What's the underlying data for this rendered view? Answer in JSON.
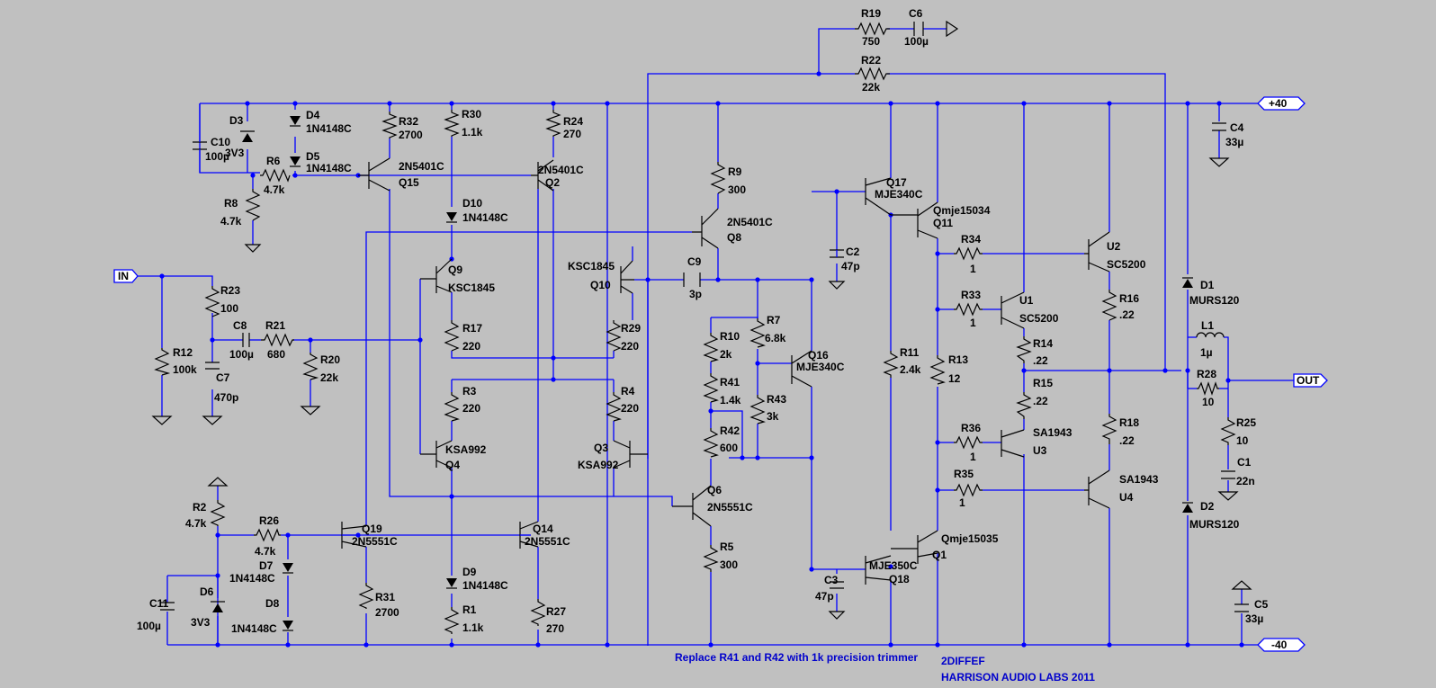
{
  "ports": {
    "in": "IN",
    "out": "OUT",
    "vpos": "+40",
    "vneg": "-40"
  },
  "parts": [
    {
      "id": "r19",
      "ref": "R19",
      "value": "750"
    },
    {
      "id": "c6",
      "ref": "C6",
      "value": "100µ"
    },
    {
      "id": "r22",
      "ref": "R22",
      "value": "22k"
    },
    {
      "id": "c10",
      "ref": "C10",
      "value": "100µ"
    },
    {
      "id": "d3",
      "ref": "D3",
      "value": "3V3"
    },
    {
      "id": "d4",
      "ref": "D4",
      "value": "1N4148C"
    },
    {
      "id": "d5",
      "ref": "D5",
      "value": "1N4148C"
    },
    {
      "id": "r6",
      "ref": "R6",
      "value": "4.7k"
    },
    {
      "id": "r8",
      "ref": "R8",
      "value": "4.7k"
    },
    {
      "id": "r32",
      "ref": "R32",
      "value": "2700"
    },
    {
      "id": "q15",
      "ref": "Q15",
      "value": "2N5401C"
    },
    {
      "id": "r30",
      "ref": "R30",
      "value": "1.1k"
    },
    {
      "id": "d10",
      "ref": "D10",
      "value": "1N4148C"
    },
    {
      "id": "r24",
      "ref": "R24",
      "value": "270"
    },
    {
      "id": "q2",
      "ref": "Q2",
      "value": "2N5401C"
    },
    {
      "id": "r9",
      "ref": "R9",
      "value": "300"
    },
    {
      "id": "q8",
      "ref": "Q8",
      "value": "2N5401C"
    },
    {
      "id": "q17",
      "ref": "Q17",
      "value": "MJE340C"
    },
    {
      "id": "q11",
      "ref": "Q11",
      "value": "Qmje15034"
    },
    {
      "id": "c2",
      "ref": "C2",
      "value": "47p"
    },
    {
      "id": "r34",
      "ref": "R34",
      "value": "1"
    },
    {
      "id": "u2",
      "ref": "U2",
      "value": "SC5200"
    },
    {
      "id": "c4",
      "ref": "C4",
      "value": "33µ"
    },
    {
      "id": "d1",
      "ref": "D1",
      "value": "MURS120"
    },
    {
      "id": "l1",
      "ref": "L1",
      "value": "1µ"
    },
    {
      "id": "r28",
      "ref": "R28",
      "value": "10"
    },
    {
      "id": "r25",
      "ref": "R25",
      "value": "10"
    },
    {
      "id": "c1",
      "ref": "C1",
      "value": "22n"
    },
    {
      "id": "d2",
      "ref": "D2",
      "value": "MURS120"
    },
    {
      "id": "c5",
      "ref": "C5",
      "value": "33µ"
    },
    {
      "id": "r23",
      "ref": "R23",
      "value": "100"
    },
    {
      "id": "r12",
      "ref": "R12",
      "value": "100k"
    },
    {
      "id": "c8",
      "ref": "C8",
      "value": "100µ"
    },
    {
      "id": "r21",
      "ref": "R21",
      "value": "680"
    },
    {
      "id": "r20",
      "ref": "R20",
      "value": "22k"
    },
    {
      "id": "c7",
      "ref": "C7",
      "value": "470p"
    },
    {
      "id": "q9",
      "ref": "Q9",
      "value": "KSC1845"
    },
    {
      "id": "r17",
      "ref": "R17",
      "value": "220"
    },
    {
      "id": "r3",
      "ref": "R3",
      "value": "220"
    },
    {
      "id": "q4",
      "ref": "Q4",
      "value": "KSA992"
    },
    {
      "id": "q10",
      "ref": "Q10",
      "value": "KSC1845"
    },
    {
      "id": "r29",
      "ref": "R29",
      "value": "220"
    },
    {
      "id": "r4",
      "ref": "R4",
      "value": "220"
    },
    {
      "id": "q3",
      "ref": "Q3",
      "value": "KSA992"
    },
    {
      "id": "c9",
      "ref": "C9",
      "value": "3p"
    },
    {
      "id": "r7",
      "ref": "R7",
      "value": "6.8k"
    },
    {
      "id": "r10",
      "ref": "R10",
      "value": "2k"
    },
    {
      "id": "r41",
      "ref": "R41",
      "value": "1.4k"
    },
    {
      "id": "r42",
      "ref": "R42",
      "value": "600"
    },
    {
      "id": "r43",
      "ref": "R43",
      "value": "3k"
    },
    {
      "id": "q16",
      "ref": "Q16",
      "value": "MJE340C"
    },
    {
      "id": "q6",
      "ref": "Q6",
      "value": "2N5551C"
    },
    {
      "id": "r5",
      "ref": "R5",
      "value": "300"
    },
    {
      "id": "r11",
      "ref": "R11",
      "value": "2.4k"
    },
    {
      "id": "r13",
      "ref": "R13",
      "value": "12"
    },
    {
      "id": "r33",
      "ref": "R33",
      "value": "1"
    },
    {
      "id": "u1",
      "ref": "U1",
      "value": "SC5200"
    },
    {
      "id": "r16",
      "ref": "R16",
      "value": ".22"
    },
    {
      "id": "r14",
      "ref": "R14",
      "value": ".22"
    },
    {
      "id": "r15",
      "ref": "R15",
      "value": ".22"
    },
    {
      "id": "r36",
      "ref": "R36",
      "value": "1"
    },
    {
      "id": "u3",
      "ref": "U3",
      "value": "SA1943"
    },
    {
      "id": "r18",
      "ref": "R18",
      "value": ".22"
    },
    {
      "id": "r35",
      "ref": "R35",
      "value": "1"
    },
    {
      "id": "u4",
      "ref": "U4",
      "value": "SA1943"
    },
    {
      "id": "q1",
      "ref": "Q1",
      "value": "Qmje15035"
    },
    {
      "id": "q18",
      "ref": "Q18",
      "value": "MJE350C"
    },
    {
      "id": "c3",
      "ref": "C3",
      "value": "47p"
    },
    {
      "id": "r2",
      "ref": "R2",
      "value": "4.7k"
    },
    {
      "id": "r26",
      "ref": "R26",
      "value": "4.7k"
    },
    {
      "id": "d7",
      "ref": "D7",
      "value": "1N4148C"
    },
    {
      "id": "d8",
      "ref": "D8",
      "value": "1N4148C"
    },
    {
      "id": "c11",
      "ref": "C11",
      "value": "100µ"
    },
    {
      "id": "d6",
      "ref": "D6",
      "value": "3V3"
    },
    {
      "id": "q19",
      "ref": "Q19",
      "value": "2N5551C"
    },
    {
      "id": "r31",
      "ref": "R31",
      "value": "2700"
    },
    {
      "id": "q14",
      "ref": "Q14",
      "value": "2N5551C"
    },
    {
      "id": "d9",
      "ref": "D9",
      "value": "1N4148C"
    },
    {
      "id": "r1",
      "ref": "R1",
      "value": "1.1k"
    },
    {
      "id": "r27",
      "ref": "R27",
      "value": "270"
    }
  ],
  "notes": {
    "trimmer": "Replace R41 and R42 with 1k precision trimmer",
    "title": "2DIFFEF",
    "company": "HARRISON AUDIO LABS 2011"
  },
  "colors": {
    "background": "#c0c0c0",
    "wire": "#0000ff",
    "component": "#000000",
    "note": "#0000cc"
  }
}
